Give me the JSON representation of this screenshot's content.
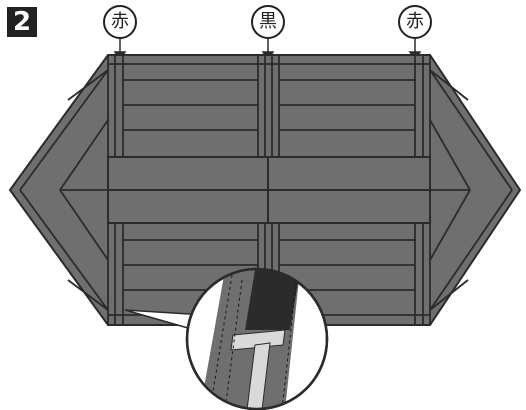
{
  "step": {
    "number": "2"
  },
  "labels": {
    "left": "赤",
    "center": "黒",
    "right": "赤"
  },
  "colors": {
    "panel_fill": "#6f6f6f",
    "outline": "#2b2b2b",
    "background": "#ffffff",
    "badge": "#222222",
    "stripe_light": "#d9d9d9"
  }
}
